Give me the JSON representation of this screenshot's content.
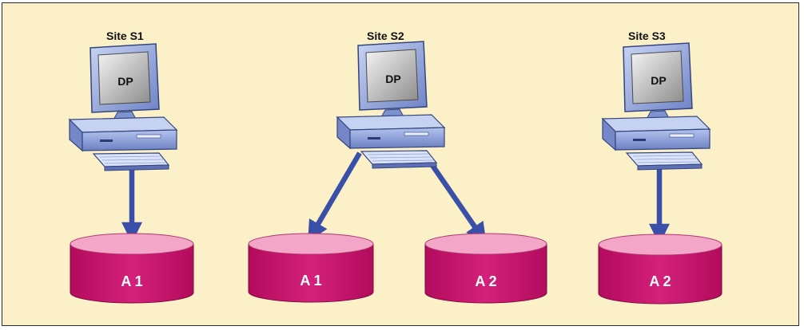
{
  "sites": [
    {
      "label": "Site S1",
      "screen_text": "DP"
    },
    {
      "label": "Site S2",
      "screen_text": "DP"
    },
    {
      "label": "Site S3",
      "screen_text": "DP"
    }
  ],
  "databases": [
    {
      "label": "A 1",
      "site": "Site S1"
    },
    {
      "label": "A 1",
      "site": "Site S2"
    },
    {
      "label": "A 2",
      "site": "Site S2"
    },
    {
      "label": "A 2",
      "site": "Site S3"
    }
  ],
  "colors": {
    "background": "#fbf0c8",
    "border": "#2a2a2a",
    "arrow": "#3a4fa8",
    "cylinder_body": "#c8126a",
    "cylinder_top": "#f3a6c8",
    "computer_body": "#8ea2dc",
    "screen": "#d0d0d0"
  },
  "icons": {
    "computer": "desktop-computer-icon",
    "database": "database-cylinder-icon",
    "arrow": "arrow-down-icon"
  }
}
